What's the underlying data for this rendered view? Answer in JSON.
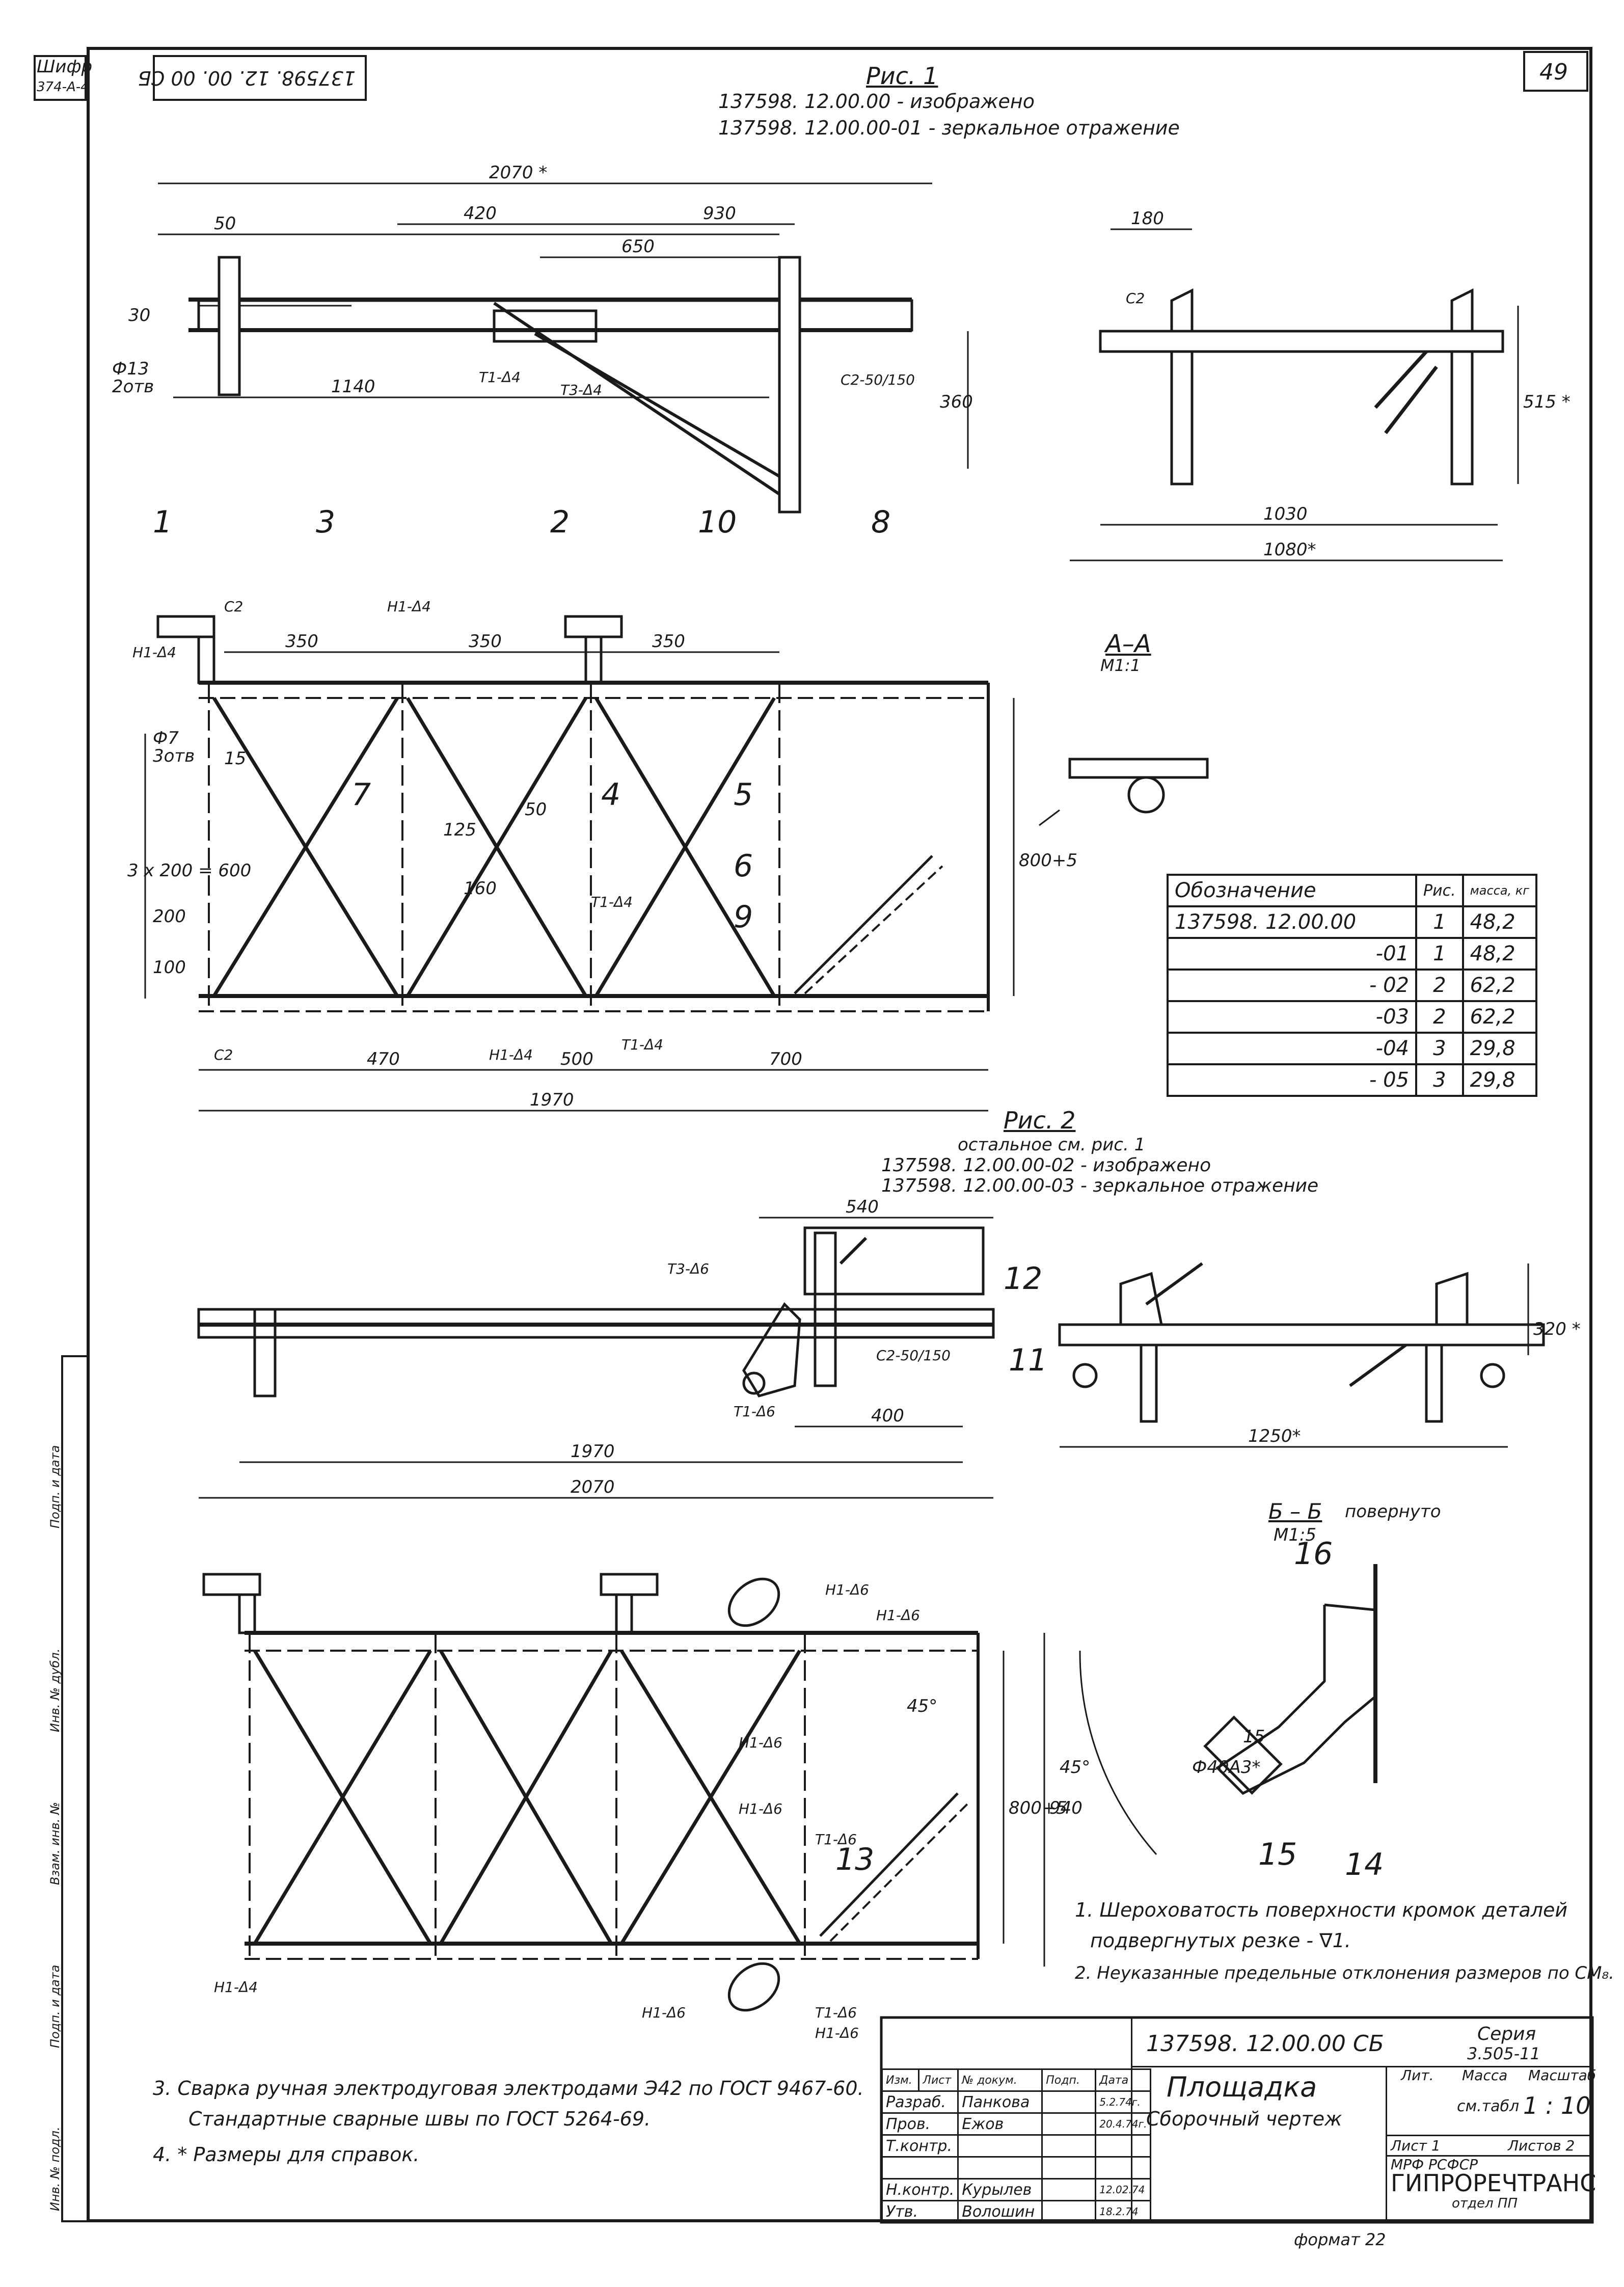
{
  "stamp": {
    "shifr_label": "Шифр",
    "shifr_value": "374-А-4",
    "mirrored_code": "137598. 12. 00. 00 СБ",
    "sheet_number": "49",
    "format": "формат 22"
  },
  "fig1": {
    "title": "Рис. 1",
    "line1": "137598. 12.00.00 -  изображено",
    "line2": "137598. 12.00.00-01 - зеркальное  отражение"
  },
  "fig2": {
    "title": "Рис. 2",
    "line0": "остальное  см. рис. 1",
    "line1": "137598. 12.00.00-02 -  изображено",
    "line2": "137598. 12.00.00-03 - зеркальное  отражение"
  },
  "section_aa": {
    "title": "А–А",
    "scale": "М1:1"
  },
  "section_bb": {
    "title": "Б – Б",
    "note": "повернуто",
    "scale": "М1:5"
  },
  "dims": {
    "d2070": "2070 *",
    "d50": "50",
    "d420": "420",
    "d930": "930",
    "d650": "650",
    "d30": "30",
    "d13": "Ф13",
    "d2otv": "2отв",
    "d1140": "1140",
    "d360": "360",
    "d180": "180",
    "d515": "515 *",
    "d1030": "1030",
    "d1080": "1080*",
    "d350a": "350",
    "d350b": "350",
    "d350c": "350",
    "d800": "800+5",
    "d3x200": "3 х 200 = 600",
    "d7": "Ф7",
    "d3otv": "3отв",
    "d15": "15",
    "d200": "200",
    "d100": "100",
    "d470": "470",
    "d500": "500",
    "d700": "700",
    "d1970": "1970",
    "d125": "125",
    "d160": "160",
    "d50b": "50",
    "d540": "540",
    "d400": "400",
    "d1970b": "1970",
    "d2070b": "2070",
    "d1250": "1250*",
    "d320": "320 *",
    "d940": "940",
    "d800b": "800+5",
    "d45": "45°",
    "d45b": "45°",
    "d15b": "15",
    "d16": "16",
    "dfi": "Ф40А3*"
  },
  "welds": {
    "c2": "С2",
    "h1d4": "Н1-Δ4",
    "t1d4": "Т1-Δ4",
    "t3d4": "Т3-Δ4",
    "c2_50": "С2-50/150",
    "t3d6": "Т3-Δ6",
    "t1d6": "Т1-Δ6",
    "h1d6": "Н1-Δ6"
  },
  "callouts": [
    "1",
    "2",
    "3",
    "4",
    "5",
    "6",
    "7",
    "8",
    "9",
    "10",
    "11",
    "12",
    "13",
    "14",
    "15",
    "16"
  ],
  "spec_table": {
    "headers": [
      "Обозначение",
      "Рис.",
      "масса, кг"
    ],
    "rows": [
      [
        "137598. 12.00.00",
        "1",
        "48,2"
      ],
      [
        "-01",
        "1",
        "48,2"
      ],
      [
        "- 02",
        "2",
        "62,2"
      ],
      [
        "-03",
        "2",
        "62,2"
      ],
      [
        "-04",
        "3",
        "29,8"
      ],
      [
        "- 05",
        "3",
        "29,8"
      ]
    ]
  },
  "notes": [
    "1. Шероховатость  поверхности  кромок  деталей",
    "подвергнутых  резке - ∇1.",
    "2. Неуказанные  предельные  отклонения  размеров  по  СМ₈.",
    "3. Сварка  ручная  электродуговая  электродами  Э42  по  ГОСТ 9467-60.",
    "Стандартные  сварные  швы  по  ГОСТ  5264-69.",
    "4. *  Размеры  для  справок."
  ],
  "title_block": {
    "doc_code": "137598. 12.00.00  СБ",
    "series_label": "Серия",
    "series_value": "3.505-11",
    "name": "Площадка",
    "subname": "Сборочный  чертеж",
    "col_lit": "Лит.",
    "col_mass": "Масса",
    "col_scale": "Масштаб",
    "mass_value": "см.табл",
    "scale_value": "1 : 10",
    "sheet": "Лист  1",
    "sheets": "Листов  2",
    "org1": "МРФ          РСФСР",
    "org2": "ГИПРОРЕЧТРАНС",
    "org3": "отдел ПП",
    "header_cells": [
      "Изм.",
      "Лист",
      "№ докум.",
      "Подп.",
      "Дата"
    ],
    "rows": [
      [
        "Разраб.",
        "Панкова",
        "",
        "5.2.74г."
      ],
      [
        "Пров.",
        "Ежов",
        "",
        "20.4.74г."
      ],
      [
        "Т.контр.",
        "",
        "",
        ""
      ],
      [
        "",
        "",
        "",
        ""
      ],
      [
        "Н.контр.",
        "Курылев",
        "",
        "12.02.74"
      ],
      [
        "Утв.",
        "Волошин",
        "",
        "18.2.74"
      ]
    ]
  },
  "side_labels": [
    "Инв. № подл.",
    "Подп. и дата",
    "Взам. инв. №",
    "Инв. № дубл.",
    "Подп. и дата"
  ]
}
